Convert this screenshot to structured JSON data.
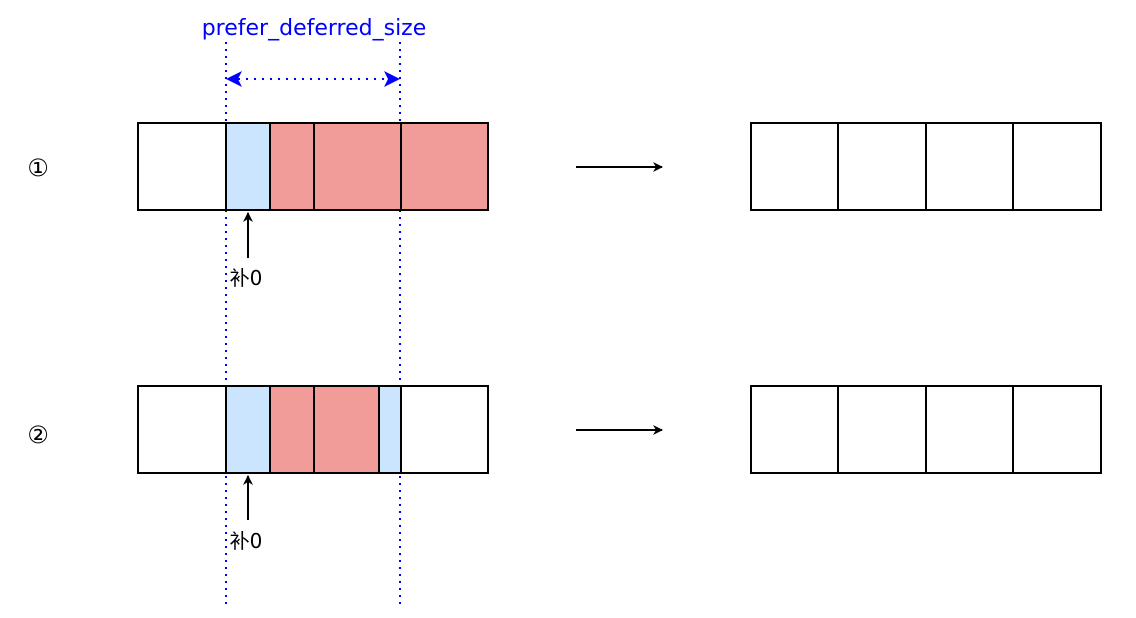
{
  "annotation": {
    "label": "prefer_deferred_size",
    "color": "#0000ff"
  },
  "rows": [
    {
      "marker": "①",
      "pointer_label": "补0",
      "before_cells": [
        "pad",
        "padding",
        "data",
        "data",
        "data"
      ],
      "after_cells": 4
    },
    {
      "marker": "②",
      "pointer_label": "补0",
      "before_cells": [
        "pad",
        "padding",
        "data",
        "data",
        "padding",
        "pad"
      ],
      "after_cells": 4
    }
  ],
  "colors": {
    "padding_fill": "#cce5ff",
    "data_fill": "#f19c99",
    "empty_fill": "#ffffff",
    "stroke": "#000000"
  }
}
